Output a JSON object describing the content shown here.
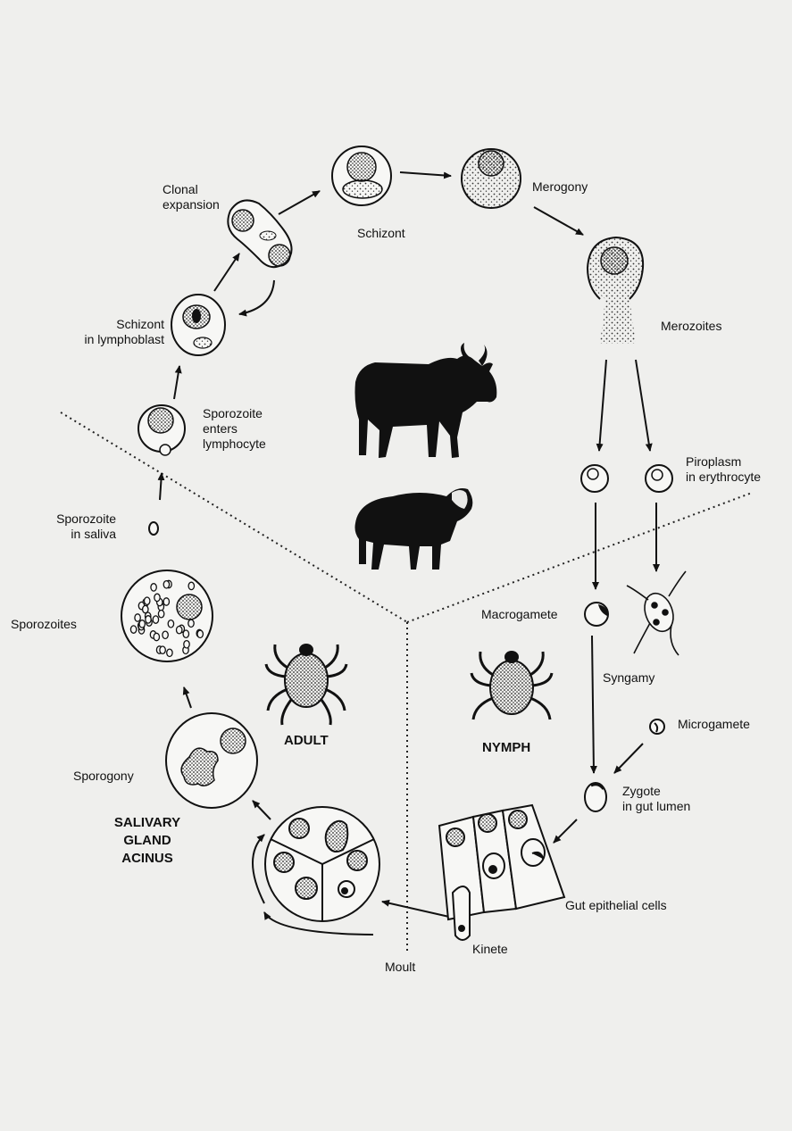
{
  "labels": {
    "clonal_expansion": "Clonal\nexpansion",
    "schizont": "Schizont",
    "merogony": "Merogony",
    "merozoites": "Merozoites",
    "schizont_lymphoblast": "Schizont\nin lymphoblast",
    "sporozoite_enters": "Sporozoite\nenters\nlymphocyte",
    "piroplasm": "Piroplasm\nin erythrocyte",
    "sporozoite_saliva": "Sporozoite\nin saliva",
    "sporozoites": "Sporozoites",
    "macrogamete": "Macrogamete",
    "syngamy": "Syngamy",
    "microgamete": "Microgamete",
    "adult": "ADULT",
    "nymph": "NYMPH",
    "sporogony": "Sporogony",
    "zygote": "Zygote\nin gut lumen",
    "salivary_gland": "SALIVARY\nGLAND\nACINUS",
    "gut_epithelial": "Gut epithelial cells",
    "kinete": "Kinete",
    "moult": "Moult"
  },
  "icons": [
    "cattle-icon",
    "sheep-icon",
    "adult-tick-icon",
    "nymph-tick-icon"
  ],
  "colors": {
    "background": "#efefed",
    "ink": "#111111"
  }
}
